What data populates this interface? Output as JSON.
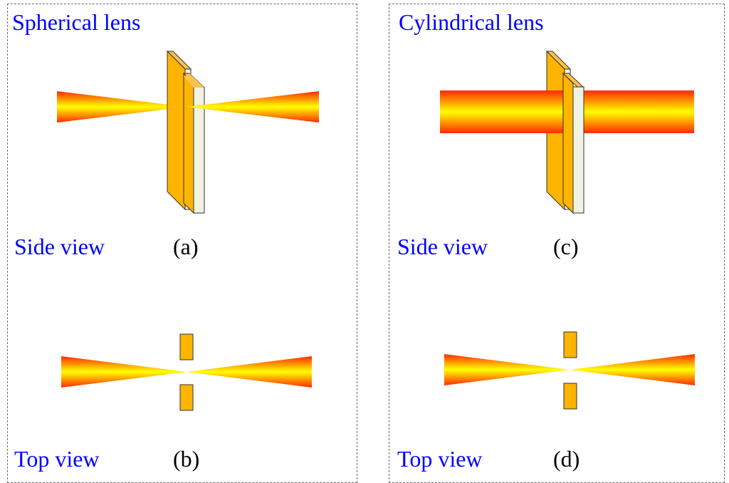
{
  "panels": {
    "left": {
      "title": "Spherical lens"
    },
    "right": {
      "title": "Cylindrical lens"
    }
  },
  "views": {
    "a": {
      "view": "Side view",
      "label": "(a)"
    },
    "b": {
      "view": "Top view",
      "label": "(b)"
    },
    "c": {
      "view": "Side view",
      "label": "(c)"
    },
    "d": {
      "view": "Top view",
      "label": "(d)"
    }
  },
  "colors": {
    "beam_edge": "#ff2a00",
    "beam_center": "#ffff00",
    "lens_face": "#ffb400",
    "lens_side": "#f0f0e0",
    "text_blue": "#0000ff"
  }
}
